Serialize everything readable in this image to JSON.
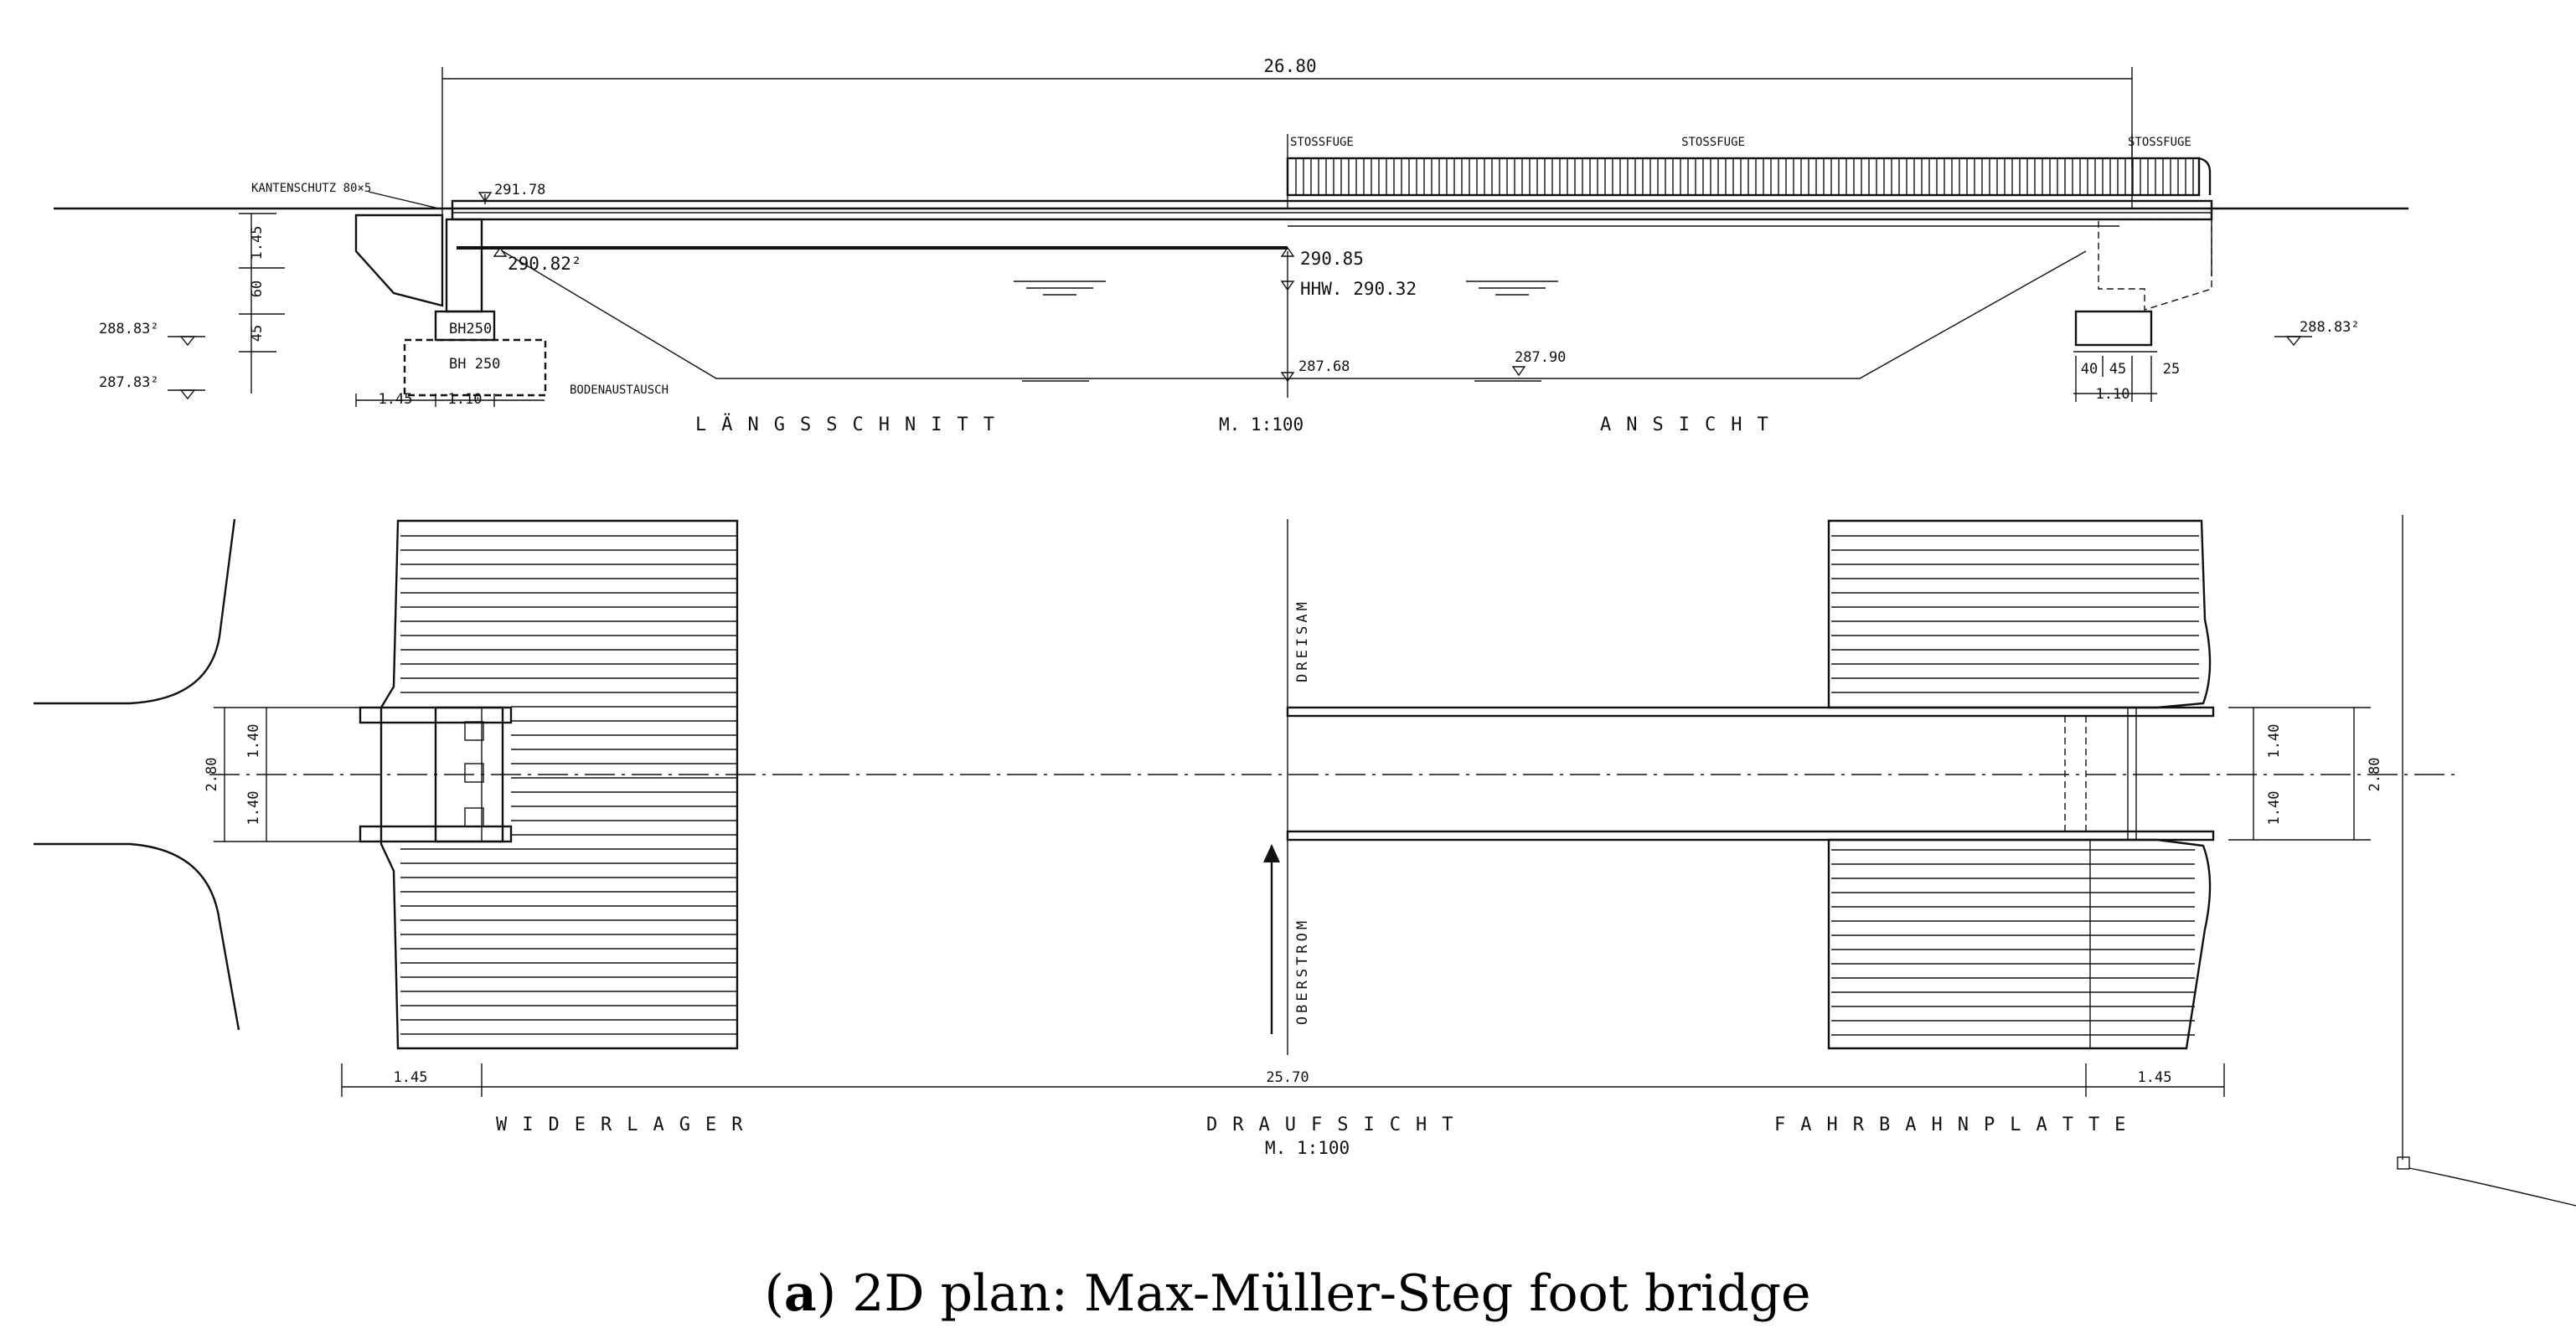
{
  "dimensions": {
    "span_total": "26.80",
    "span_plan": "25.70",
    "abut_left_a": "1.45",
    "abut_left_b": "1.10",
    "abut_plan_left": "1.45",
    "abut_plan_right": "1.45",
    "bearing_h": "1.45",
    "d60": "60",
    "d45": "45",
    "d40": "40",
    "d45r": "45",
    "d25": "25",
    "d140r": "1.10",
    "width_total": "2.80",
    "half_top": "1.40",
    "half_bottom": "1.40",
    "r_width_total": "2.80",
    "r_half_top": "1.40",
    "r_half_bottom": "1.40"
  },
  "elevations": {
    "top_deck": "291.78",
    "bearing": "290.82²",
    "underside": "290.85",
    "hhw": "HHW. 290.32",
    "left_outer_1": "288.83²",
    "left_outer_2": "287.83²",
    "right_outer": "288.83²",
    "riverbed": "287.68",
    "riverbed_2": "287.90"
  },
  "labels": {
    "kantenschutz": "KANTENSCHUTZ 80×5",
    "stossfuge_left": "STOSSFUGE",
    "stossfuge_mid": "STOSSFUGE",
    "stossfuge_right": "STOSSFUGE",
    "bh250_top": "BH250",
    "bh250_bottom": "BH 250",
    "bodenaustausch": "BODENAUSTAUSCH",
    "laengsschnitt": "LÄNGSSCHNITT",
    "scale_top": "M. 1:100",
    "ansicht": "ANSICHT",
    "dreisam": "DREISAM",
    "oberstrom": "OBERSTROM",
    "widerlager": "WIDERLAGER",
    "draufsicht": "DRAUFSICHT",
    "scale_bottom": "M. 1:100",
    "fahrbahnplatte": "FAHRBAHNPLATTE"
  },
  "caption": {
    "prefix": "(",
    "letter": "a",
    "text": ") 2D plan: Max-Müller-Steg foot bridge"
  }
}
